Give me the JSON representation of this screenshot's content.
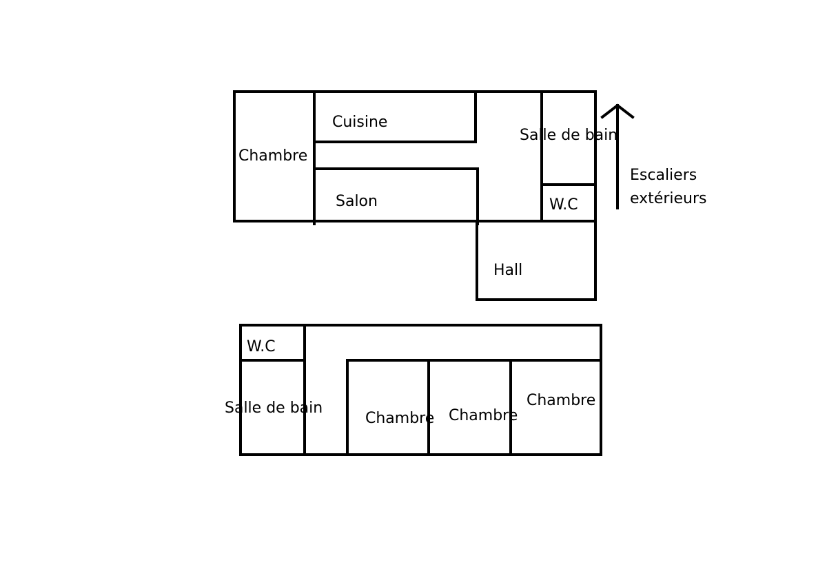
{
  "upper_floor": {
    "rooms": {
      "chambre": "Chambre",
      "cuisine": "Cuisine",
      "salon": "Salon",
      "salle_de_bain": "Salle de bain",
      "wc": "W.C",
      "hall": "Hall"
    },
    "stairs": {
      "line1": "Escaliers",
      "line2": "extérieurs"
    }
  },
  "lower_floor": {
    "rooms": {
      "wc": "W.C",
      "salle_de_bain": "Salle de bain",
      "chambre_1": "Chambre",
      "chambre_2": "Chambre",
      "chambre_3": "Chambre"
    }
  },
  "colors": {
    "wall": "#000000",
    "background": "#ffffff"
  }
}
